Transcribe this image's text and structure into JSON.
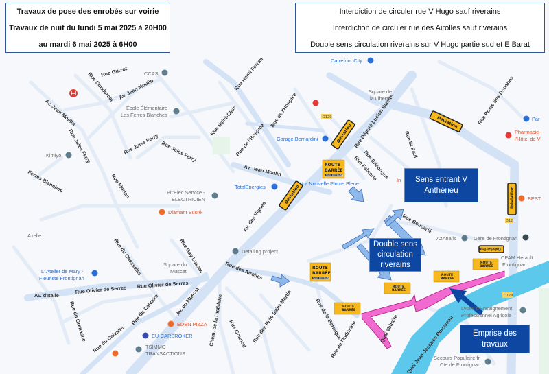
{
  "header_left": {
    "line1": "Travaux de pose des enrobés sur voirie",
    "line2": "Travaux de nuit du lundi 5 mai 2025 à 20H00",
    "line3": "au mardi 6 mai 2025 à 6H00"
  },
  "header_right": {
    "line1": "Interdiction de circuler rue V Hugo sauf riverains",
    "line2": "Interdiction de circuler rue des Airolles sauf riverains",
    "line3": "Double sens circulation riverains sur V Hugo partie sud et E Barat"
  },
  "callouts": {
    "sens_entrant": [
      "Sens entrant V",
      "Anthérieu"
    ],
    "double_sens": [
      "Double sens",
      "circulation",
      "riverains"
    ],
    "emprise": [
      "Emprise des",
      "travaux"
    ]
  },
  "signs": {
    "deviation": "Déviation",
    "route_barree": [
      "ROUTE",
      "BARRÉE"
    ],
    "sauf_riverains": "SAUF RIVERAINS"
  },
  "road_codes": {
    "d129": "D129",
    "d12": "D12"
  },
  "streets": {
    "guizot": "Rue Guizot",
    "condorcet": "Rue Condorcet",
    "jean_moulin_1": "Av. Jean Moulin",
    "jean_moulin_2": "Av. Jean Moulin",
    "jean_moulin_3": "Av. Jean Moulin",
    "henri_ferran": "Rue Henri Ferran",
    "saint_clair": "Rue Saint-Clair",
    "hospice_1": "Rue de l'Hospice",
    "hospice_2": "Rue de l'Hospice",
    "jules_ferry_1": "Rue Jules Ferry",
    "jules_ferry_2": "Rue Jules Ferry",
    "jules_ferry_3": "Rue Jules Ferry",
    "ferres_blanches": "Ferres Blanches",
    "florian": "Rue Florian",
    "vignes": "Av. des Vignes",
    "depute": "Rue Député Lucien Salette",
    "encongue": "Rue Encongue",
    "fabrerie": "Rue Fabrerie",
    "st_paul": "Rue St Paul",
    "poste_douanes": "Rue Poste des Douanes",
    "boucarie": "Rue Boucarié",
    "chasselas": "Rue du Chasselas",
    "gay_lussac": "Rue Gay Lussac",
    "olivier_1": "Rue Olivier de Serres",
    "olivier_2": "Rue Olivier de Serres",
    "italie": "Av. d'Italie",
    "grenache": "Rue du Grenache",
    "calvaire_1": "Rue du Calvaire",
    "calvaire_2": "Rue du Calvaire",
    "muscat": "Av. du Muscat",
    "airolles": "Rue des Airolles",
    "distillerie": "Chem. de la Distillerie",
    "gounod": "Rue Gounod",
    "pres_st_martin": "Rue des Prés Saint-Martin",
    "barraque": "Rue de la Barraque",
    "industrie": "Rue de l'Industrie",
    "quai_voltaire": "Quai Voltaire",
    "jj_rousseau": "Quai Jean-Jacques Rousseau"
  },
  "pois": {
    "ccas": "CCAS",
    "ecole": [
      "École Élémentaire",
      "Les Ferres Blanches"
    ],
    "kimiyo": "Kimiyo",
    "pitelec": [
      "Pit'Elec Service -",
      "ELECTRICIEN"
    ],
    "diamant": "Diamant Sucré",
    "axelle": "Axelle",
    "atelier": [
      "L' Atelier de Mary -",
      "Fleuriste Frontignan"
    ],
    "square_muscat": [
      "Square du",
      "Muscat"
    ],
    "detailing": "Detailing project",
    "eden": "EDEN PIZZA",
    "eu_carbroker": "EU-CARBROKER",
    "tsimmo": [
      "TSIMMO",
      "TRANSACTIONS"
    ],
    "carrefour": "Carrefour City",
    "square_liberte": [
      "Square de",
      "la Liberté"
    ],
    "garage": "Garage Bernardini",
    "total": "TotalEnergies",
    "plume": "La Nouvelle Plume Bleue",
    "parking": "Par",
    "pharmacie": [
      "Pharmacie -",
      "l'Hôtel de V"
    ],
    "best": "BEST",
    "azanails": "AzAnails",
    "gare": "Gare de Frontignan",
    "herault": [
      "CPAM Hérault",
      "Frontignan"
    ],
    "lycee": [
      "Lycée d'Enseignement",
      "Professionnel Agricole"
    ],
    "secours": [
      "Secours Populaire fr",
      "Cte de Frontignan"
    ],
    "in": "In"
  },
  "colors": {
    "road": "#dbe7f5",
    "river": "#5cc8ec",
    "work_zone": "#f06ad0",
    "callout": "#0d47a1",
    "sign": "#f7b81e",
    "arrow": "#8fb8ea"
  }
}
